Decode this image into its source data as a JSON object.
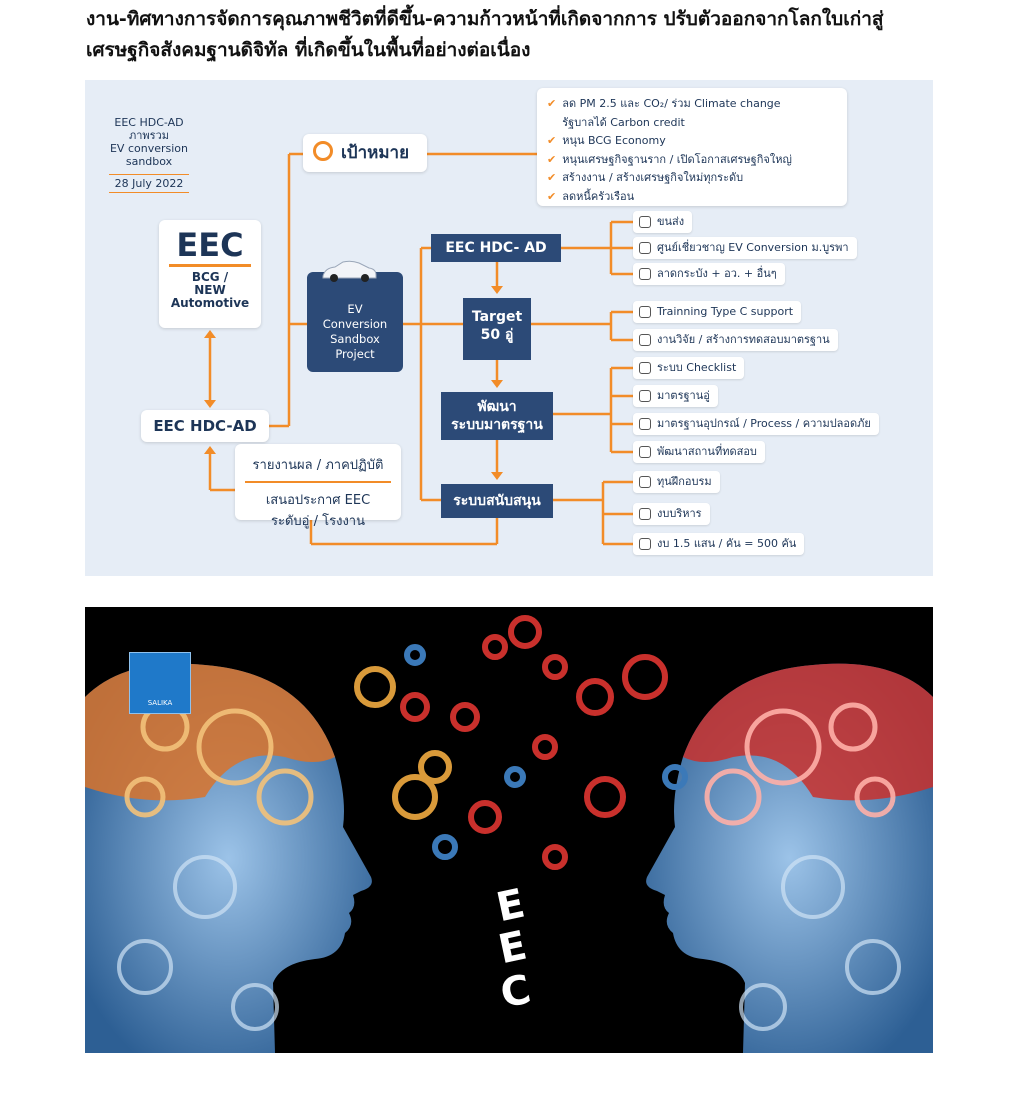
{
  "heading": {
    "line1": "งาน-ทิศทางการจัดการคุณภาพชีวิตที่ดีขึ้น-ความก้าวหน้าที่เกิดจากการ ปรับตัวออกจากโลกใบเก่าสู่",
    "line2": "เศรษฐกิจสังคมฐานดิจิทัล ที่เกิดขึ้นในพื้นที่อย่างต่อเนื่อง"
  },
  "diagram": {
    "meta": [
      "EEC HDC-AD",
      "ภาพรวม",
      "EV conversion",
      "sandbox"
    ],
    "date": "28 July 2022",
    "eec": {
      "title": "EEC",
      "sub": [
        "BCG /",
        "NEW",
        "Automotive"
      ]
    },
    "hdc_left": "EEC HDC-AD",
    "report": {
      "line1": "รายงานผล / ภาคปฏิบัติ",
      "line2": "เสนอประกาศ EEC",
      "line3": "ระดับอู่ / โรงงาน"
    },
    "goal": "เป้าหมาย",
    "goals": [
      "ลด PM 2.5 และ CO₂/ ร่วม Climate change",
      "รัฐบาลได้ Carbon credit",
      "หนุน BCG Economy",
      "หนุนเศรษฐกิจฐานราก / เปิดโอกาสเศรษฐกิจใหญ่",
      "สร้างงาน / สร้างเศรษฐกิจใหม่ทุกระดับ",
      "ลดหนี้ครัวเรือน"
    ],
    "ev": [
      "EV",
      "Conversion",
      "Sandbox",
      "Project"
    ],
    "hdc_main": "EEC HDC-  AD",
    "target": [
      "Target",
      "50 อู่"
    ],
    "develop": [
      "พัฒนา",
      "ระบบมาตรฐาน"
    ],
    "support": "ระบบสนับสนุน",
    "group_hdc": [
      "ขนส่ง",
      "ศูนย์เชี่ยวชาญ EV Conversion ม.บูรพา",
      "ลาดกระบัง + อว. + อื่นๆ"
    ],
    "group_target": [
      "Trainning Type C support",
      "งานวิจัย / สร้างการทดสอบมาตรฐาน"
    ],
    "group_develop": [
      "ระบบ Checklist",
      "มาตรฐานอู่",
      "มาตรฐานอุปกรณ์ / Process / ความปลอดภัย",
      "พัฒนาสถานที่ทดสอบ"
    ],
    "group_support": [
      "ทุนฝึกอบรม",
      "งบบริหาร",
      "งบ 1.5 แสน / คัน = 500 คัน"
    ]
  },
  "photo": {
    "logo_text": "SALIKA",
    "letters": [
      "E",
      "E",
      "C"
    ]
  }
}
